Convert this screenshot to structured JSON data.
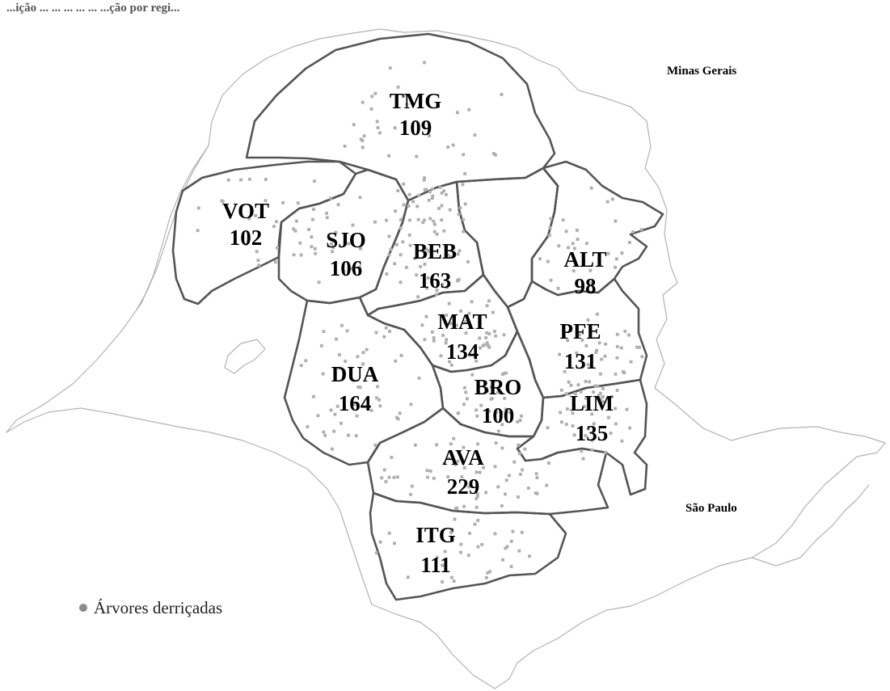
{
  "caption": "...ição ... ... ... ... ... ...ção por regi...",
  "neighbors": [
    {
      "name": "Minas Gerais"
    },
    {
      "name": "São Paulo"
    }
  ],
  "regions": [
    {
      "code": "TMG",
      "count": "109"
    },
    {
      "code": "VOT",
      "count": "102"
    },
    {
      "code": "SJO",
      "count": "106"
    },
    {
      "code": "BEB",
      "count": "163"
    },
    {
      "code": "ALT",
      "count": "98"
    },
    {
      "code": "MAT",
      "count": "134"
    },
    {
      "code": "PFE",
      "count": "131"
    },
    {
      "code": "DUA",
      "count": "164"
    },
    {
      "code": "BRO",
      "count": "100"
    },
    {
      "code": "LIM",
      "count": "135"
    },
    {
      "code": "AVA",
      "count": "229"
    },
    {
      "code": "ITG",
      "count": "111"
    }
  ],
  "legend": {
    "label": "Árvores derriçadas",
    "marker_color": "#8c8c8c",
    "marker_icon": "circle"
  },
  "colors": {
    "dots": "#b0b0b0",
    "region_border": "#555555",
    "state_outline": "#b3b3b3"
  }
}
